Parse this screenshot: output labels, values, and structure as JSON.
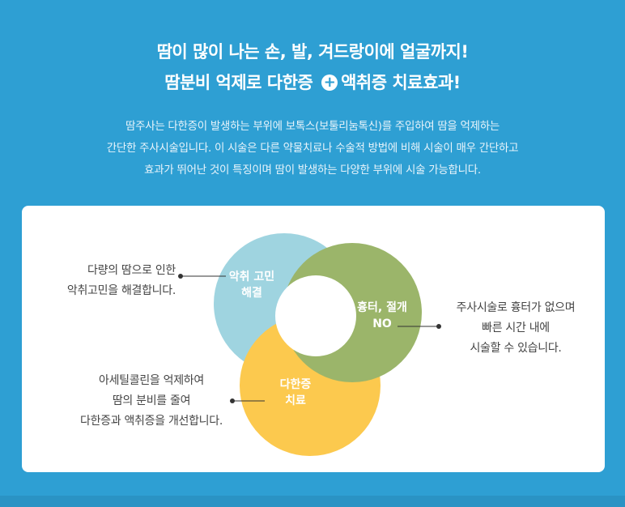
{
  "heading": {
    "line1": "땀이 많이 나는 손, 발, 겨드랑이에 얼굴까지!",
    "line2_before": "땀분비 억제로 다한증",
    "line2_after": "액취증 치료효과!"
  },
  "description": {
    "line1": "땀주사는 다한증이 발생하는 부위에 보톡스(보툴리눔톡신)를 주입하여 땀을 억제하는",
    "line2": "간단한 주사시술입니다. 이 시술은 다른 약물치료나 수술적 방법에 비해 시술이 매우 간단하고",
    "line3": "효과가 뛰어난 것이 특징이며 땀이 발생하는 다양한 부위에 시술 가능합니다."
  },
  "colors": {
    "background": "#2e9fd3",
    "circle_blue": "#9fd4e0",
    "circle_green": "#9bb56a",
    "circle_yellow": "#fcc94e"
  },
  "venn": {
    "blue": {
      "line1": "악취 고민",
      "line2": "해결"
    },
    "green": {
      "line1": "흉터, 절개",
      "line2": "NO"
    },
    "yellow": {
      "line1": "다한증",
      "line2": "치료"
    }
  },
  "callouts": {
    "left_top": {
      "line1": "다량의 땀으로 인한",
      "line2": "악취고민을 해결합니다."
    },
    "right": {
      "line1": "주사시술로 흉터가 없으며",
      "line2": "빠른 시간 내에",
      "line3": "시술할 수 있습니다."
    },
    "left_bottom": {
      "line1": "아세틸콜린을 억제하여",
      "line2": "땀의 분비를 줄여",
      "line3": "다한증과 액취증을 개선합니다."
    }
  }
}
